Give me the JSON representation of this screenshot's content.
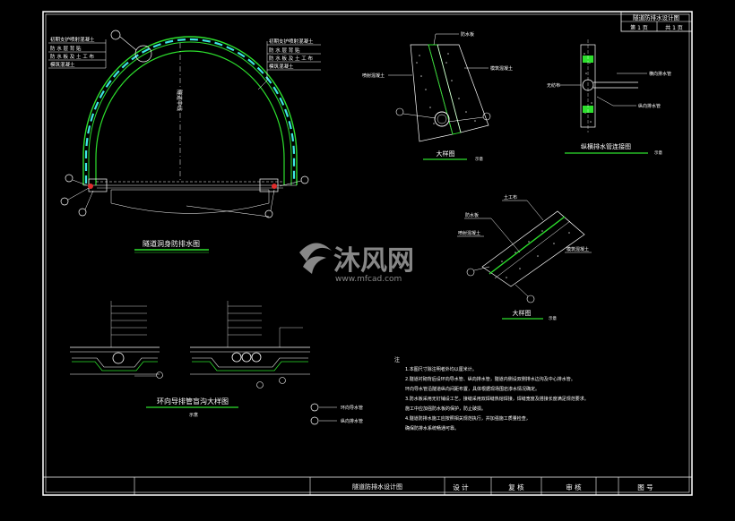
{
  "title_block": {
    "drawing_name": "隧道防排水设计图",
    "sheet_no": "第 1 页",
    "sheet_total": "共 1 页"
  },
  "bottom_bar": {
    "drawing_title": "隧道防排水设计图",
    "design_label": "设 计",
    "review_label": "复 核",
    "approve_label": "审 核",
    "drawing_no_label": "图 号"
  },
  "views": {
    "tunnel_section_title": "隧道洞身防排水图",
    "detail1_title": "大样图",
    "detail2_title": "纵横排水管连接图",
    "detail3_title": "大样图",
    "ring_title": "环向导排管盲沟大样图",
    "ring_scale": "示意",
    "scale_note": "示意"
  },
  "callouts": {
    "left_top": [
      "初期支护喷射混凝土",
      "防 水 层 背 贴",
      "防 水 板 及 土 工 布",
      "模筑混凝土"
    ],
    "right_top": [
      "初期支护喷射混凝土",
      "防 水 层 背 贴",
      "防 水 板 及 土 工 布",
      "模筑混凝土"
    ],
    "axis_label": "隧道中线",
    "detail1_left": "喷射混凝土",
    "detail1_right": "模筑混凝土",
    "detail1_top": "防水板",
    "detail2_left": "无纺布",
    "detail2_right1": "横向排水管",
    "detail2_right2": "纵向排水管",
    "detail3_top": "土工布",
    "detail3_left1": "防水板",
    "detail3_left2": "喷射混凝土",
    "detail3_right": "模筑混凝土"
  },
  "legend": {
    "item1": "环向导水管",
    "item2": "纵向排水管"
  },
  "notes": {
    "heading": "注",
    "lines": [
      "1.本图尺寸除注明者外均以厘米计。",
      "2.隧道衬砌背后设环向导水管、纵向排水管，隧道内侧设双侧排水边沟及中心排水管。",
      "  环向导水管沿隧道纵向间距布置，具体根据现场围岩渗水情况确定。",
      "3.防水板采用无钉铺设工艺，接缝采用双焊缝热熔焊接，焊缝宽度及搭接长度满足规范要求。",
      "  施工中应加强防水板的保护，防止破损。",
      "4.隧道防排水施工应按照相关规范执行，并加强施工质量检查，",
      "  确保防排水系统畅通可靠。"
    ]
  },
  "watermark": {
    "name": "沐风网",
    "url": "www.mfcad.com"
  },
  "colors": {
    "frame": "#ffffff",
    "lining": "#2de02d",
    "drainage": "#3fe6e6",
    "callout": "#ffffff",
    "detail": "#ffffff",
    "title_underline": "#2de02d",
    "watermark": "#b4b4b4"
  }
}
